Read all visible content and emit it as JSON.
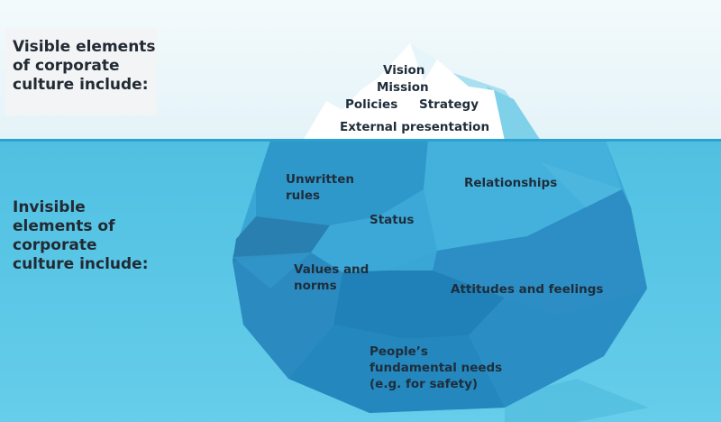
{
  "labels": {
    "visible_heading": [
      "Visible elements",
      "of corporate",
      "culture include:"
    ],
    "invisible_heading": [
      "Invisible",
      "elements of",
      "corporate",
      "culture include:"
    ]
  },
  "visible_elements": {
    "vision": "Vision",
    "mission": "Mission",
    "policies": "Policies",
    "strategy": "Strategy",
    "external_presentation": "External presentation"
  },
  "invisible_elements": {
    "unwritten_rules": [
      "Unwritten",
      "rules"
    ],
    "relationships": "Relationships",
    "status": "Status",
    "values_norms": [
      "Values and",
      "norms"
    ],
    "attitudes_feelings": "Attitudes and feelings",
    "fundamental_needs": [
      "People’s",
      "fundamental needs",
      "(e.g. for safety)"
    ]
  },
  "colors": {
    "sky": "#eaf6fa",
    "sea_surface": "#4cbde0",
    "sea_deep": "#5cc8e8",
    "waterline": "#2aa2cf",
    "ice_above": "#ffffff",
    "ice_shadow": "#b9e6f2",
    "ice_dark": "#1f86b8",
    "ice_mid": "#2e9bcd",
    "ice_light": "#47b2dd"
  }
}
